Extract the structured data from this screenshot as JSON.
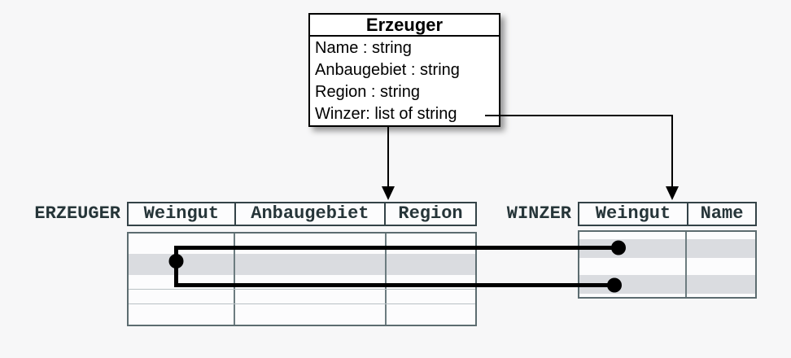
{
  "class_box": {
    "title": "Erzeuger",
    "attributes": [
      "Name : string",
      "Anbaugebiet : string",
      "Region : string",
      "Winzer: list of string"
    ]
  },
  "erzeuger_table": {
    "label": "ERZEUGER",
    "columns": [
      "Weingut",
      "Anbaugebiet",
      "Region"
    ]
  },
  "winzer_table": {
    "label": "WINZER",
    "columns": [
      "Weingut",
      "Name"
    ]
  },
  "icons": {
    "arrow_to_erzeuger": "arrow-down-icon",
    "arrow_to_winzer": "arrow-down-icon",
    "row_link_dots": "filled-circle-connector"
  },
  "colors": {
    "background": "#f7f7f8",
    "class_box_border": "#000000",
    "table_header_border": "#334247",
    "table_body_border": "#5c6c70",
    "table_text": "#263539",
    "row_highlight": "#dadce0",
    "connector": "#000000"
  }
}
